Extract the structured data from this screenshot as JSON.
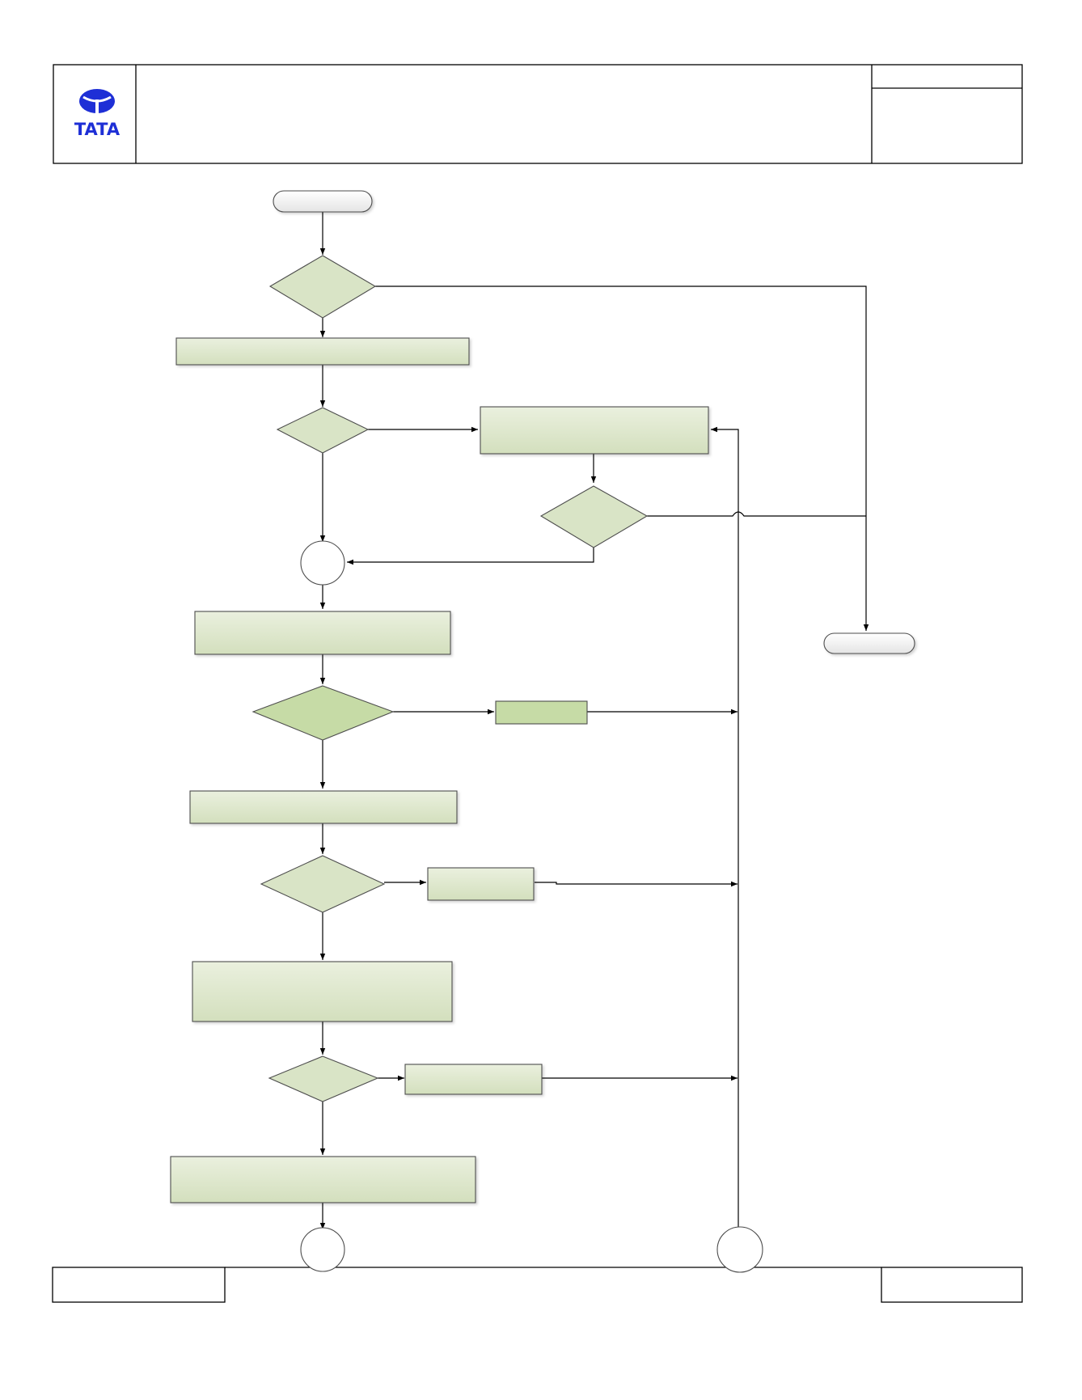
{
  "logo": {
    "brand_text": "TATA",
    "brand_color": "#1e2fd6"
  },
  "colors": {
    "box_fill_top": "#eaf0de",
    "box_fill_bottom": "#d3dfbd",
    "diamond_fill": "#d9e4c6",
    "highlight_fill": "#c6dba6",
    "stroke": "#4d4d4d",
    "line": "#000000"
  },
  "flowchart": {
    "nodes": [
      "terminal-start",
      "decision-1",
      "process-1",
      "decision-2",
      "process-2",
      "decision-3",
      "connector-1",
      "terminal-end",
      "process-3",
      "decision-4",
      "process-4",
      "process-5",
      "decision-5",
      "process-6",
      "process-7",
      "decision-6",
      "process-8",
      "process-9",
      "connector-2",
      "connector-3"
    ]
  }
}
